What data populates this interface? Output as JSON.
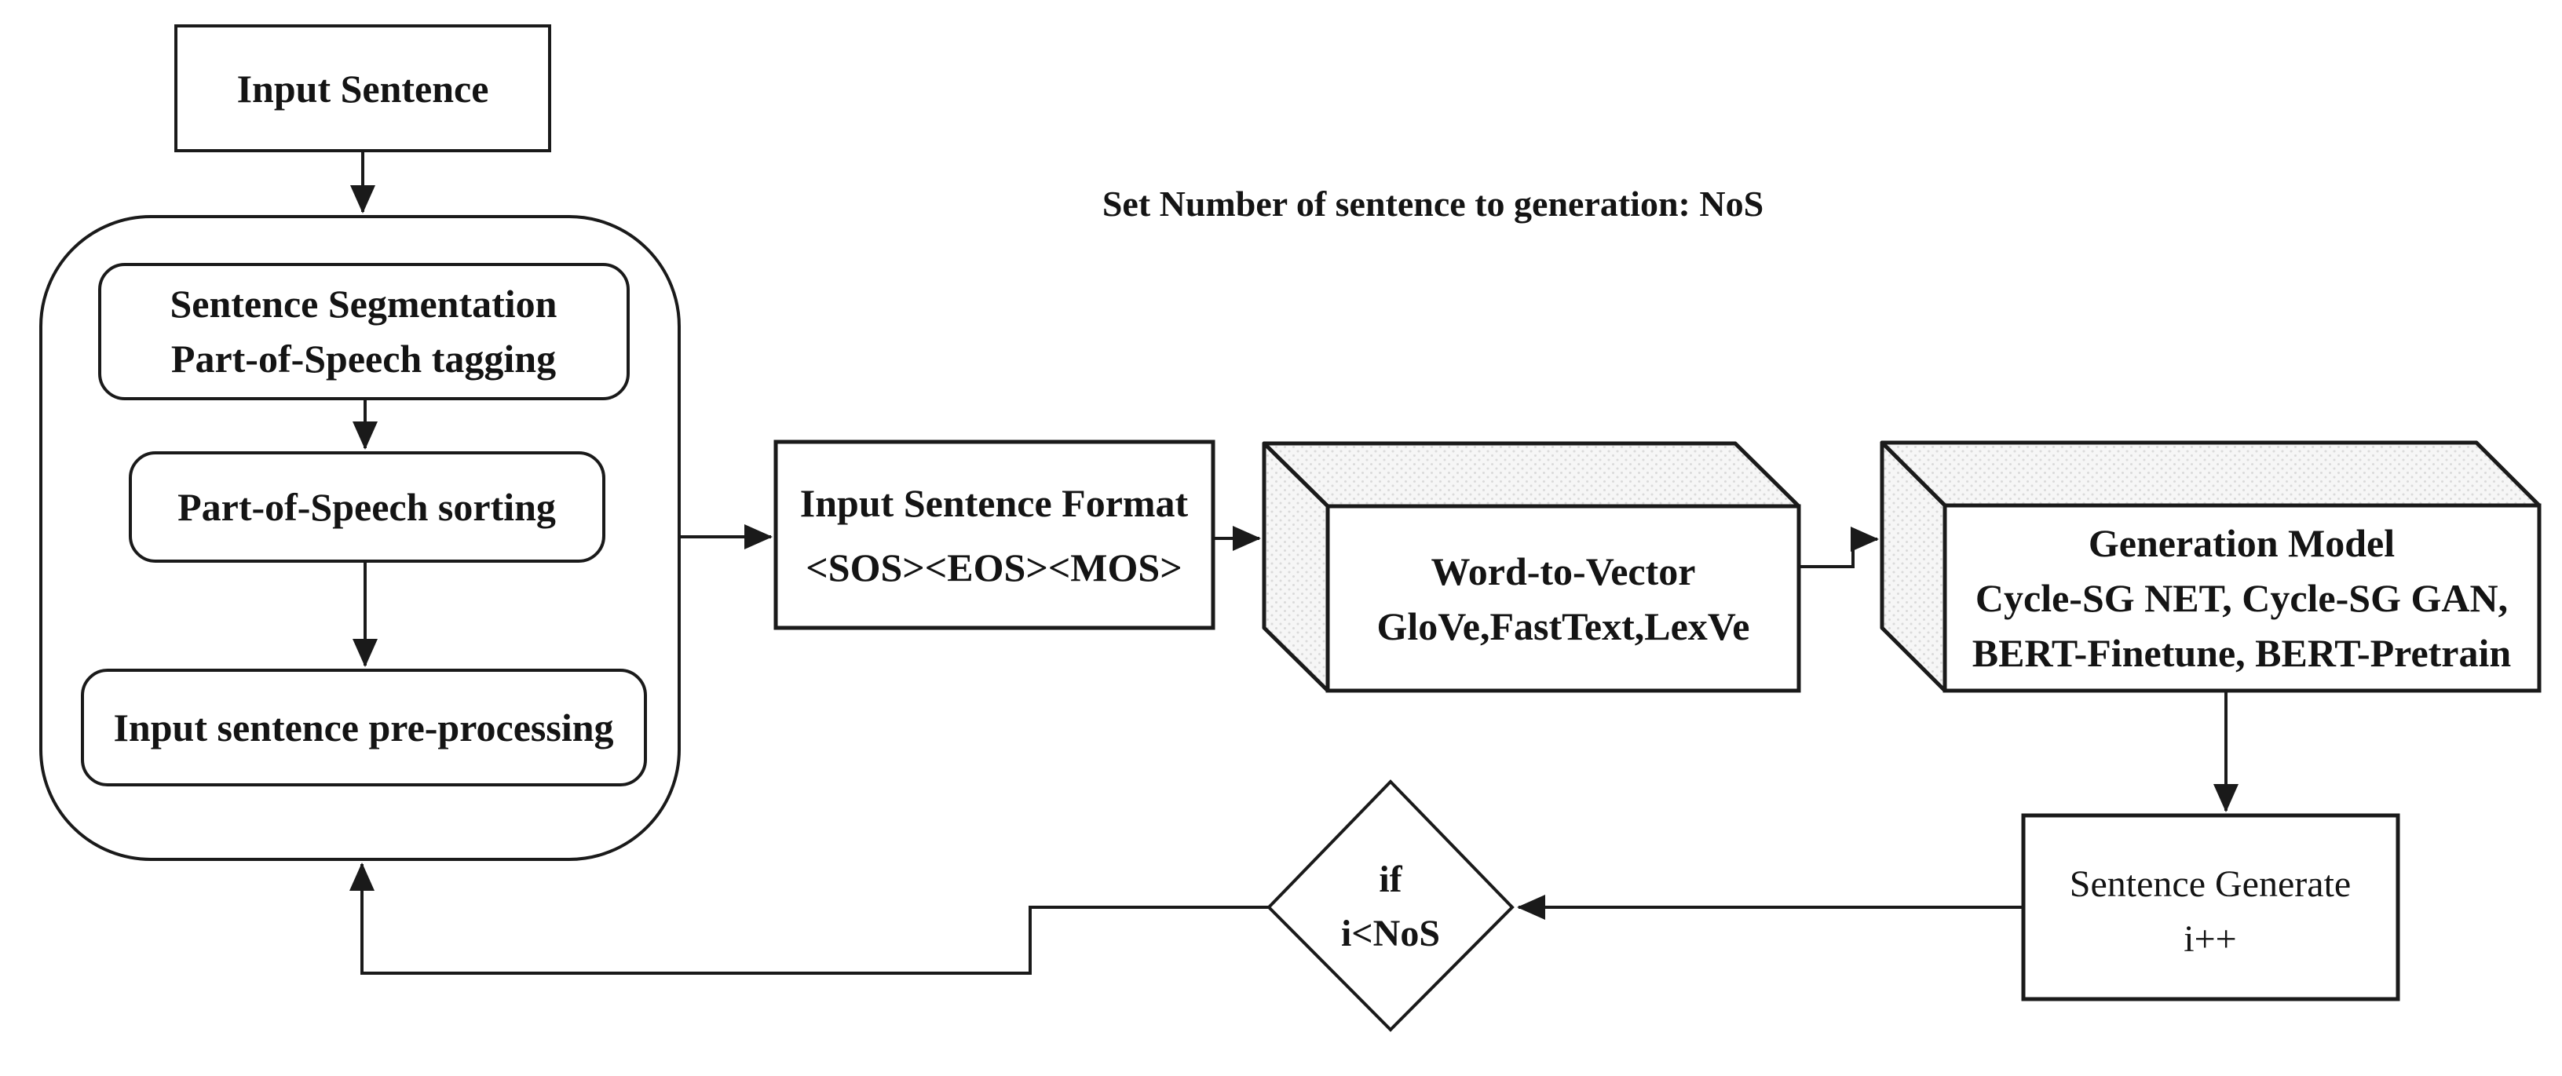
{
  "diagram": {
    "note": "Set Number of sentence to generation: NoS",
    "nodes": {
      "input_sentence": {
        "label": "Input Sentence"
      },
      "preprocessing_steps": [
        {
          "line1": "Sentence Segmentation",
          "line2": "Part-of-Speech tagging"
        },
        {
          "line1": "Part-of-Speech sorting"
        },
        {
          "line1": "Input sentence pre-processing"
        }
      ],
      "input_sentence_format": {
        "line1": "Input Sentence Format",
        "line2": "<SOS><EOS><MOS>"
      },
      "word_to_vector": {
        "line1": "Word-to-Vector",
        "line2": "GloVe,FastText,LexVe"
      },
      "generation_model": {
        "line1": "Generation Model",
        "line2": "Cycle-SG NET, Cycle-SG GAN,",
        "line3": "BERT-Finetune, BERT-Pretrain"
      },
      "sentence_generate": {
        "line1": "Sentence Generate",
        "line2": "i++"
      },
      "decision": {
        "line1": "if",
        "line2": "i<NoS"
      }
    },
    "colors": {
      "stroke": "#1a1a1a",
      "box_fill": "#ffffff",
      "face_shade": "#f6f6f6",
      "background": "#ffffff"
    }
  }
}
